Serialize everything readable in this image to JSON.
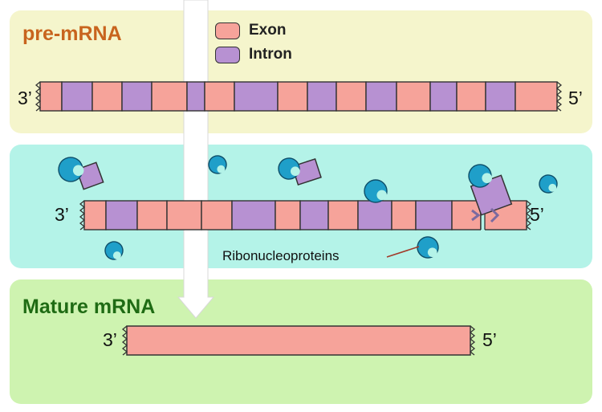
{
  "titles": {
    "pre": "pre-mRNA",
    "mature": "Mature mRNA"
  },
  "legend": [
    {
      "label": "Exon",
      "color": "#f6a39a"
    },
    {
      "label": "Intron",
      "color": "#b791d2"
    }
  ],
  "ends": {
    "three": "3’",
    "five": "5’"
  },
  "annotation": "Ribonucleoproteins",
  "colors": {
    "exon": "#f6a39a",
    "intron": "#b791d2",
    "rnp": "#1f9fc9"
  },
  "pre_mrna_segments": [
    "exon",
    "intron",
    "exon",
    "intron",
    "exon",
    "intron",
    "exon",
    "intron",
    "exon",
    "intron",
    "exon",
    "intron",
    "exon",
    "intron",
    "exon",
    "intron",
    "exon"
  ],
  "splicing_segments": [
    "exon",
    "intron",
    "exon",
    "exon",
    "exon",
    "intron",
    "exon",
    "intron",
    "exon",
    "intron",
    "exon",
    "intron",
    "exon",
    "exon"
  ]
}
